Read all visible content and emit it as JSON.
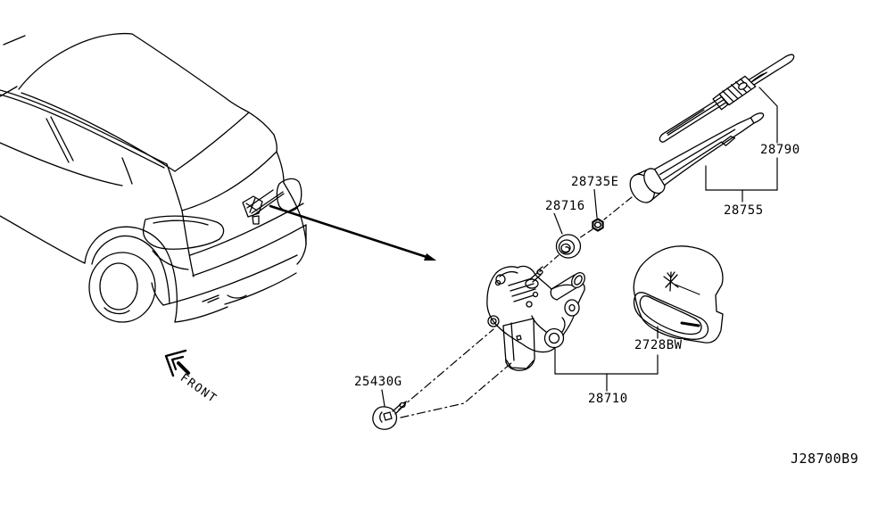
{
  "diagram": {
    "code": "J28700B9",
    "front_label": "FRONT",
    "part_labels": {
      "blade": "28790",
      "arm": "28755",
      "pivot_nut": "28735E",
      "pivot_grommet": "28716",
      "motor_cover": "2728BW",
      "motor": "28710",
      "body_grommet": "25430G"
    },
    "colors": {
      "line": "#000000",
      "background": "#ffffff"
    }
  }
}
